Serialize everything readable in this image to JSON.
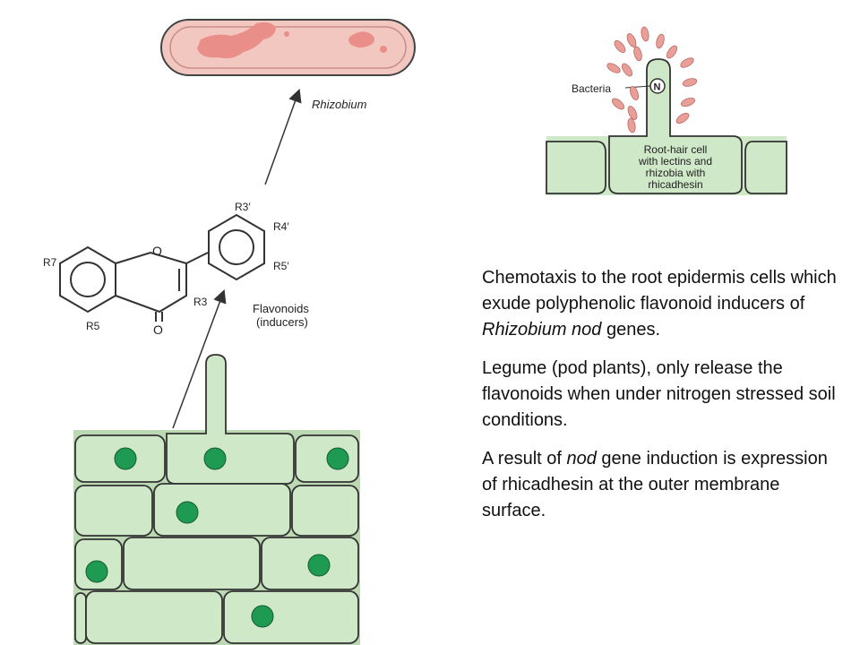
{
  "labels": {
    "rhizobium": "Rhizobium",
    "flavonoids": "Flavonoids",
    "inducers": "(inducers)",
    "bacteria": "Bacteria",
    "n_marker": "N",
    "root_hair_lines": [
      "Root-hair cell",
      "with lectins and",
      "rhizobia with",
      "rhicadhesin"
    ],
    "substituents": {
      "r3p": "R3′",
      "r4p": "R4′",
      "r5p": "R5′",
      "r7": "R7",
      "r5": "R5",
      "r3": "R3",
      "ring_o": "O",
      "keto_o": "O"
    }
  },
  "paragraphs": [
    {
      "segments": [
        {
          "text": "Chemotaxis to the root epidermis cells which exude polyphenolic flavonoid inducers of ",
          "italic": false
        },
        {
          "text": "Rhizobium nod",
          "italic": true
        },
        {
          "text": " genes.",
          "italic": false
        }
      ]
    },
    {
      "segments": [
        {
          "text": "Legume (pod plants), only release the flavonoids when under nitrogen stressed soil conditions.",
          "italic": false
        }
      ]
    },
    {
      "segments": [
        {
          "text": "A result of ",
          "italic": false
        },
        {
          "text": "nod",
          "italic": true
        },
        {
          "text": " gene induction is expression of rhicadhesin at the outer membrane surface.",
          "italic": false
        }
      ]
    }
  ],
  "colors": {
    "cell_fill": "#cfe8c8",
    "cell_stroke": "#333333",
    "nucleus": "#1e9a52",
    "bacterium_fill": "#f1c7c0",
    "bacterium_blob": "#ea8e8a",
    "arrow": "#333333"
  }
}
